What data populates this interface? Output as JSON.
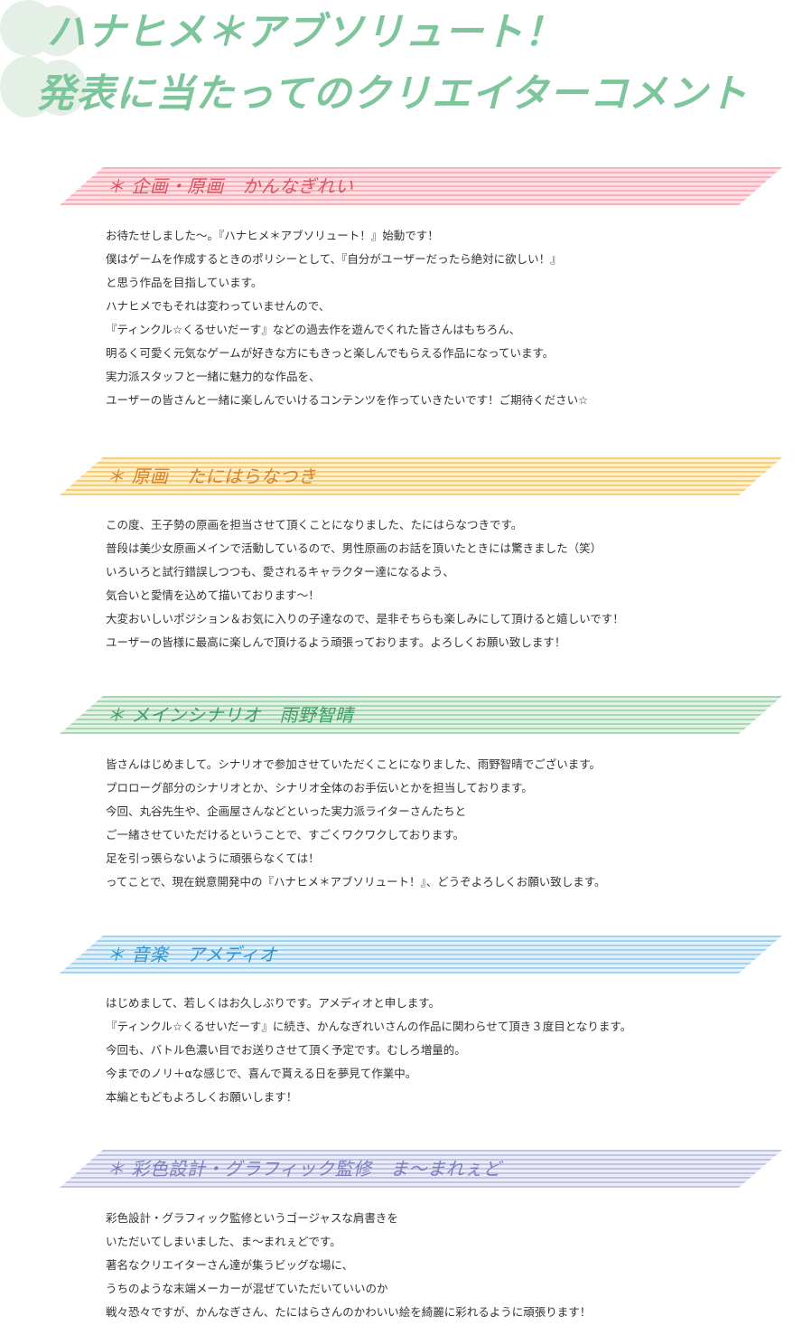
{
  "header": {
    "title_line1": "ハナヒメ＊アブソリュート！",
    "title_line2": "発表に当たってのクリエイターコメント"
  },
  "colors": {
    "title": "#7dc59a",
    "pink": "#e0505f",
    "orange": "#d8822a",
    "green": "#3aa062",
    "blue": "#3494cc",
    "purple": "#7d7fbd",
    "body_text": "#333333"
  },
  "sections": [
    {
      "title": "＊ 企画・原画　かんなぎれい",
      "lines": [
        "お待たせしました〜。『ハナヒメ＊アブソリュート！』始動です！",
        "僕はゲームを作成するときのポリシーとして、『自分がユーザーだったら絶対に欲しい！』",
        "と思う作品を目指しています。",
        "ハナヒメでもそれは変わっていませんので、",
        "『ティンクル☆くるせいだーす』などの過去作を遊んでくれた皆さんはもちろん、",
        "明るく可愛く元気なゲームが好きな方にもきっと楽しんでもらえる作品になっています。",
        "実力派スタッフと一緒に魅力的な作品を、",
        "ユーザーの皆さんと一緒に楽しんでいけるコンテンツを作っていきたいです！ご期待ください☆"
      ]
    },
    {
      "title": "＊ 原画　たにはらなつき",
      "lines": [
        "この度、王子勢の原画を担当させて頂くことになりました、たにはらなつきです。",
        "普段は美少女原画メインで活動しているので、男性原画のお話を頂いたときには驚きました（笑）",
        "いろいろと試行錯誤しつつも、愛されるキャラクター達になるよう、",
        "気合いと愛情を込めて描いております〜！",
        "大変おいしいポジション＆お気に入りの子達なので、是非そちらも楽しみにして頂けると嬉しいです！",
        "ユーザーの皆様に最高に楽しんで頂けるよう頑張っております。よろしくお願い致します！"
      ]
    },
    {
      "title": "＊ メインシナリオ　雨野智晴",
      "lines": [
        "皆さんはじめまして。シナリオで参加させていただくことになりました、雨野智晴でございます。",
        "プロローグ部分のシナリオとか、シナリオ全体のお手伝いとかを担当しております。",
        "今回、丸谷先生や、企画屋さんなどといった実力派ライターさんたちと",
        "ご一緒させていただけるということで、すごくワクワクしております。",
        "足を引っ張らないように頑張らなくては！",
        "ってことで、現在鋭意開発中の『ハナヒメ＊アブソリュート！』、どうぞよろしくお願い致します。"
      ]
    },
    {
      "title": "＊ 音楽　アメディオ",
      "lines": [
        "はじめまして、若しくはお久しぶりです。アメディオと申します。",
        "『ティンクル☆くるせいだーす』に続き、かんなぎれいさんの作品に関わらせて頂き３度目となります。",
        "今回も、バトル色濃い目でお送りさせて頂く予定です。むしろ増量的。",
        "今までのノリ＋αな感じで、喜んで貰える日を夢見て作業中。",
        "本編ともどもよろしくお願いします！"
      ]
    },
    {
      "title": "＊ 彩色設計・グラフィック監修　ま〜まれぇど",
      "lines": [
        "彩色設計・グラフィック監修というゴージャスな肩書きを",
        "いただいてしまいました、ま〜まれぇどです。",
        "著名なクリエイターさん達が集うビッグな場に、",
        "うちのような末端メーカーが混ぜていただいていいのか",
        "戦々恐々ですが、かんなぎさん、たにはらさんのかわいい絵を綺麗に彩れるように頑張ります！"
      ]
    }
  ]
}
